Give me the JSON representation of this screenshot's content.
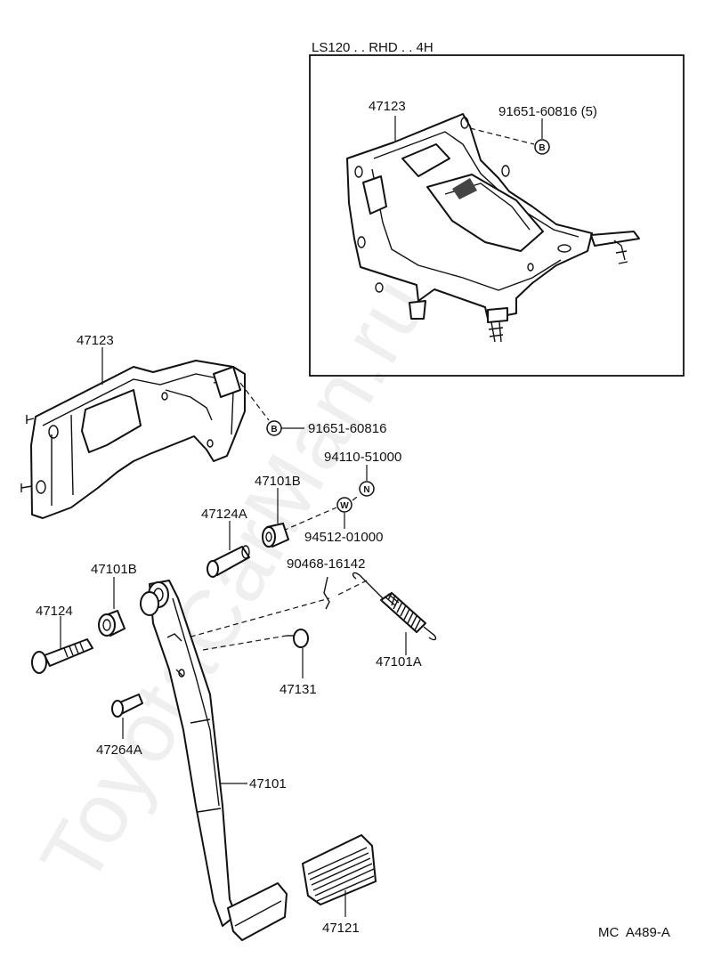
{
  "watermark": "ToyotaCarMan.ru",
  "inset": {
    "title": "LS120 . . RHD . . 4H"
  },
  "labels": {
    "inset_bracket": "47123",
    "inset_bolt": "91651-60816 (5)",
    "bracket": "47123",
    "bracket_bolt": "91651-60816",
    "pin_clip": "94110-51000",
    "washer": "94512-01000",
    "bushing_upper": "47101B",
    "collar": "47124A",
    "clip": "90468-16142",
    "bushing_lower": "47101B",
    "shaft_bolt": "47124",
    "pin": "47131",
    "spring": "47101A",
    "stopper_bolt": "47264A",
    "pedal_lever": "47101",
    "pedal_pad": "47121"
  },
  "symbols": {
    "bolt": "B",
    "nut": "N",
    "washer": "W"
  },
  "footer": {
    "code": "MC  A489-A"
  }
}
